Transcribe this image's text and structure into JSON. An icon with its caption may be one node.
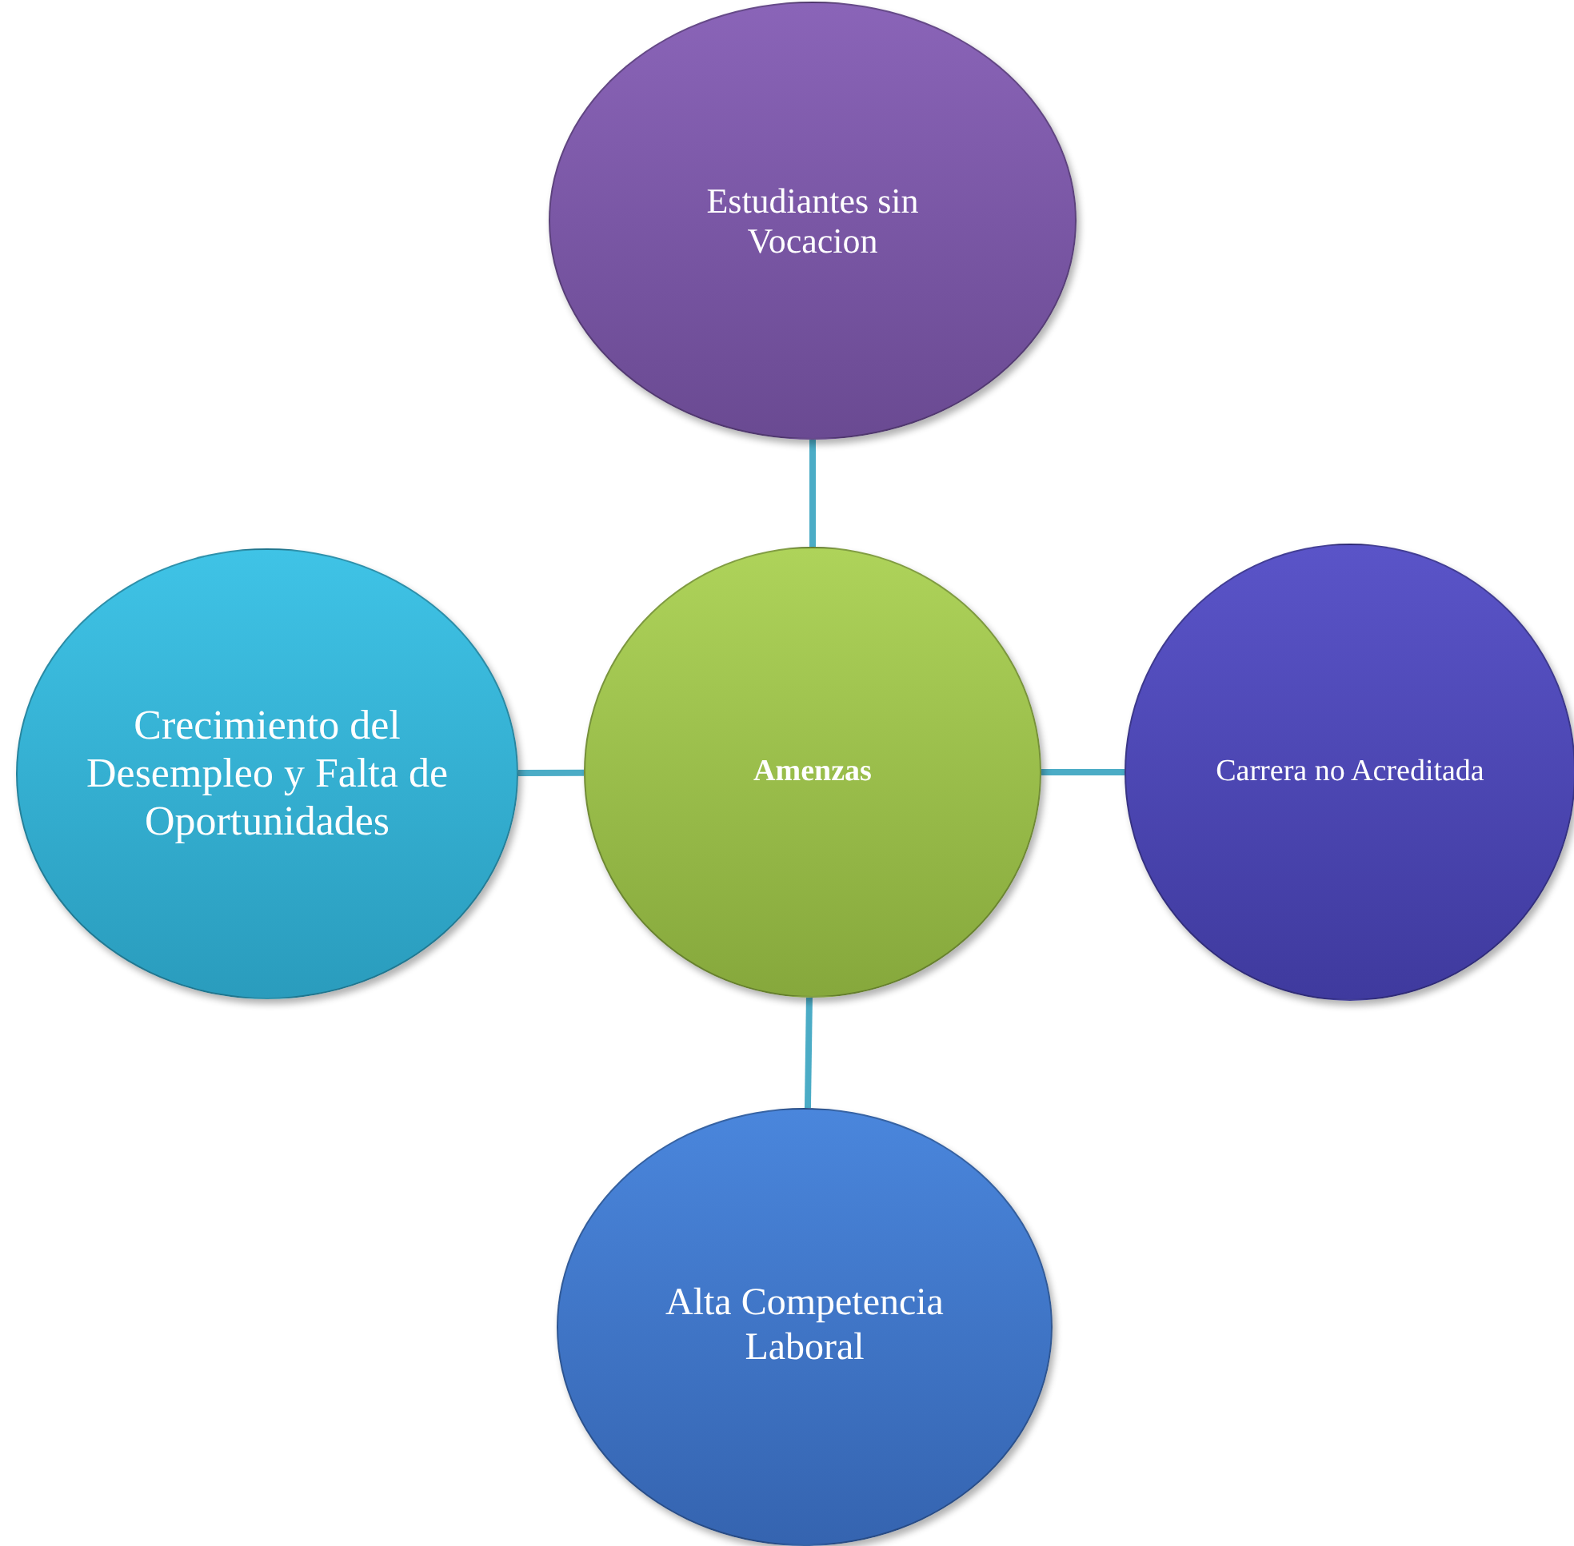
{
  "diagram": {
    "nodes": [
      {
        "text": [
          "Estudiantes sin Vocacion"
        ]
      },
      {
        "text": [
          "Crecimiento del Desempleo y Falta de Oportunidades"
        ]
      },
      {
        "text": [
          "Amenzas"
        ]
      },
      {
        "text": [
          "Carrera no Acreditada"
        ]
      },
      {
        "text": [
          "Alta Competencia Laboral"
        ]
      }
    ],
    "edges": [
      {
        "from": 2,
        "to": 0,
        "arrow": "none"
      },
      {
        "from": 2,
        "to": 1,
        "arrow": "none"
      },
      {
        "from": 2,
        "to": 3,
        "arrow": "none"
      },
      {
        "from": 2,
        "to": 4,
        "arrow": "none"
      }
    ]
  }
}
